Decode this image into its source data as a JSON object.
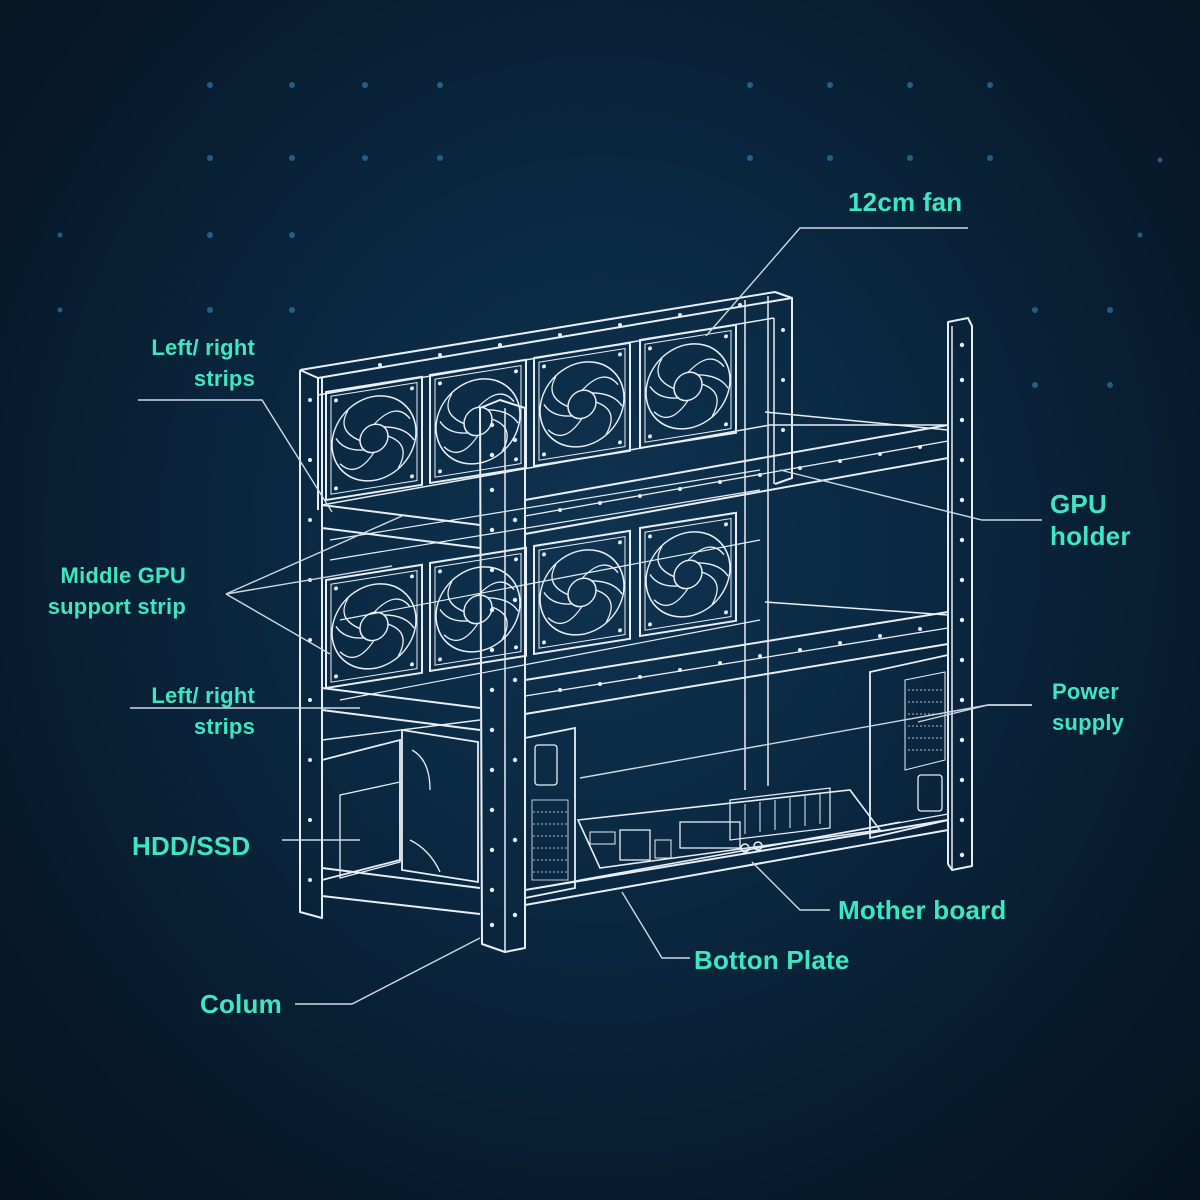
{
  "diagram": {
    "accent_color": "#3fe6c3",
    "line_color": "#e8eef5",
    "background_color": "#0a2740",
    "labels": {
      "fan": "12cm fan",
      "lr_strips_top": [
        "Left/ right",
        "strips"
      ],
      "gpu_holder": [
        "GPU",
        "holder"
      ],
      "middle_gpu_strip": [
        "Middle GPU",
        "support strip"
      ],
      "power_supply": [
        "Power",
        "supply"
      ],
      "lr_strips_bottom": [
        "Left/ right",
        "strips"
      ],
      "hdd_ssd": "HDD/SSD",
      "mother_board": "Mother board",
      "bottom_plate": "Botton Plate",
      "column": "Colum"
    }
  }
}
